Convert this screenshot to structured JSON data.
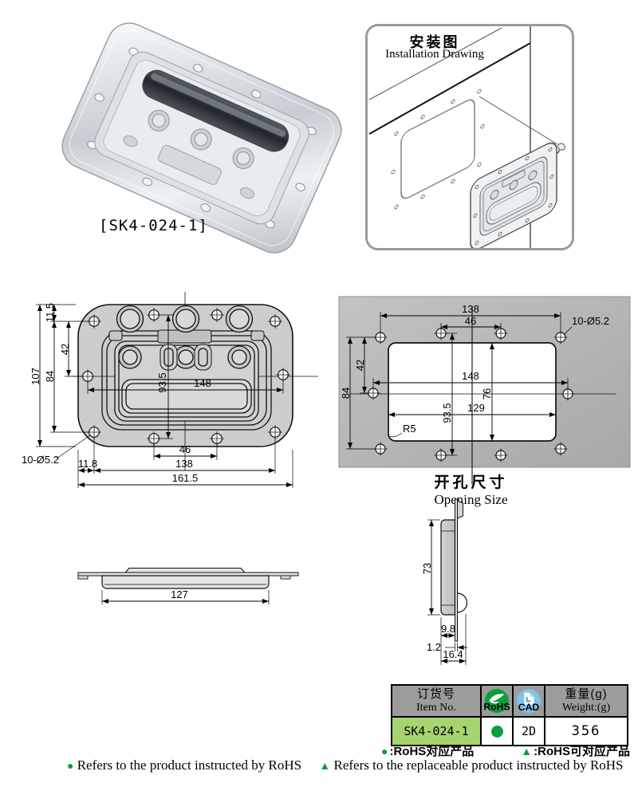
{
  "photo": {
    "label": "[SK4-024-1]"
  },
  "installation": {
    "title_zh": "安装图",
    "title_en": "Installation Drawing"
  },
  "front_view": {
    "dim_11_5": "11.5",
    "dim_42": "42",
    "dim_84": "84",
    "dim_107": "107",
    "dim_93_5": "93.5",
    "dim_148": "148",
    "dim_46": "46",
    "dim_138": "138",
    "dim_161_5": "161.5",
    "dim_11_8": "11.8",
    "holes_label": "10-Ø5.2"
  },
  "opening_view": {
    "caption_zh": "开孔尺寸",
    "caption_en": "Opening Size",
    "dim_138": "138",
    "dim_46": "46",
    "holes_label": "10-Ø5.2",
    "dim_42": "42",
    "dim_84": "84",
    "dim_148": "148",
    "dim_76": "76",
    "dim_129": "129",
    "dim_93_5": "93.5",
    "radius_label": "R5"
  },
  "side_view": {
    "dim_127": "127"
  },
  "section_view": {
    "dim_73": "73",
    "dim_9_8": "9.8",
    "dim_1_2": "1.2",
    "dim_16_4": "16.4"
  },
  "spec_table": {
    "header": {
      "item_zh": "订货号",
      "item_en": "Item No.",
      "rohs_badge": "RoHS",
      "cad_badge": "CAD",
      "weight_zh": "重量(g)",
      "weight_en": "Weight:(g)"
    },
    "row": {
      "item_no": "SK4-024-1",
      "cad": "2D",
      "weight": "356"
    }
  },
  "symbols": {
    "dot": "●",
    "triangle": "▲"
  },
  "legend": {
    "zh_dot": ":RoHS对应产品",
    "zh_tri": ":RoHS可对应产品",
    "en_dot": "Refers to the product instructed by RoHS",
    "en_tri": "Refers to the replaceable product instructed by RoHS"
  },
  "colors": {
    "rohs_green": "#0b9e3d",
    "cad_blue": "#7fc2ea",
    "table_header_bg": "#9c9c9c",
    "item_cell_bg": "#a6d46e"
  }
}
